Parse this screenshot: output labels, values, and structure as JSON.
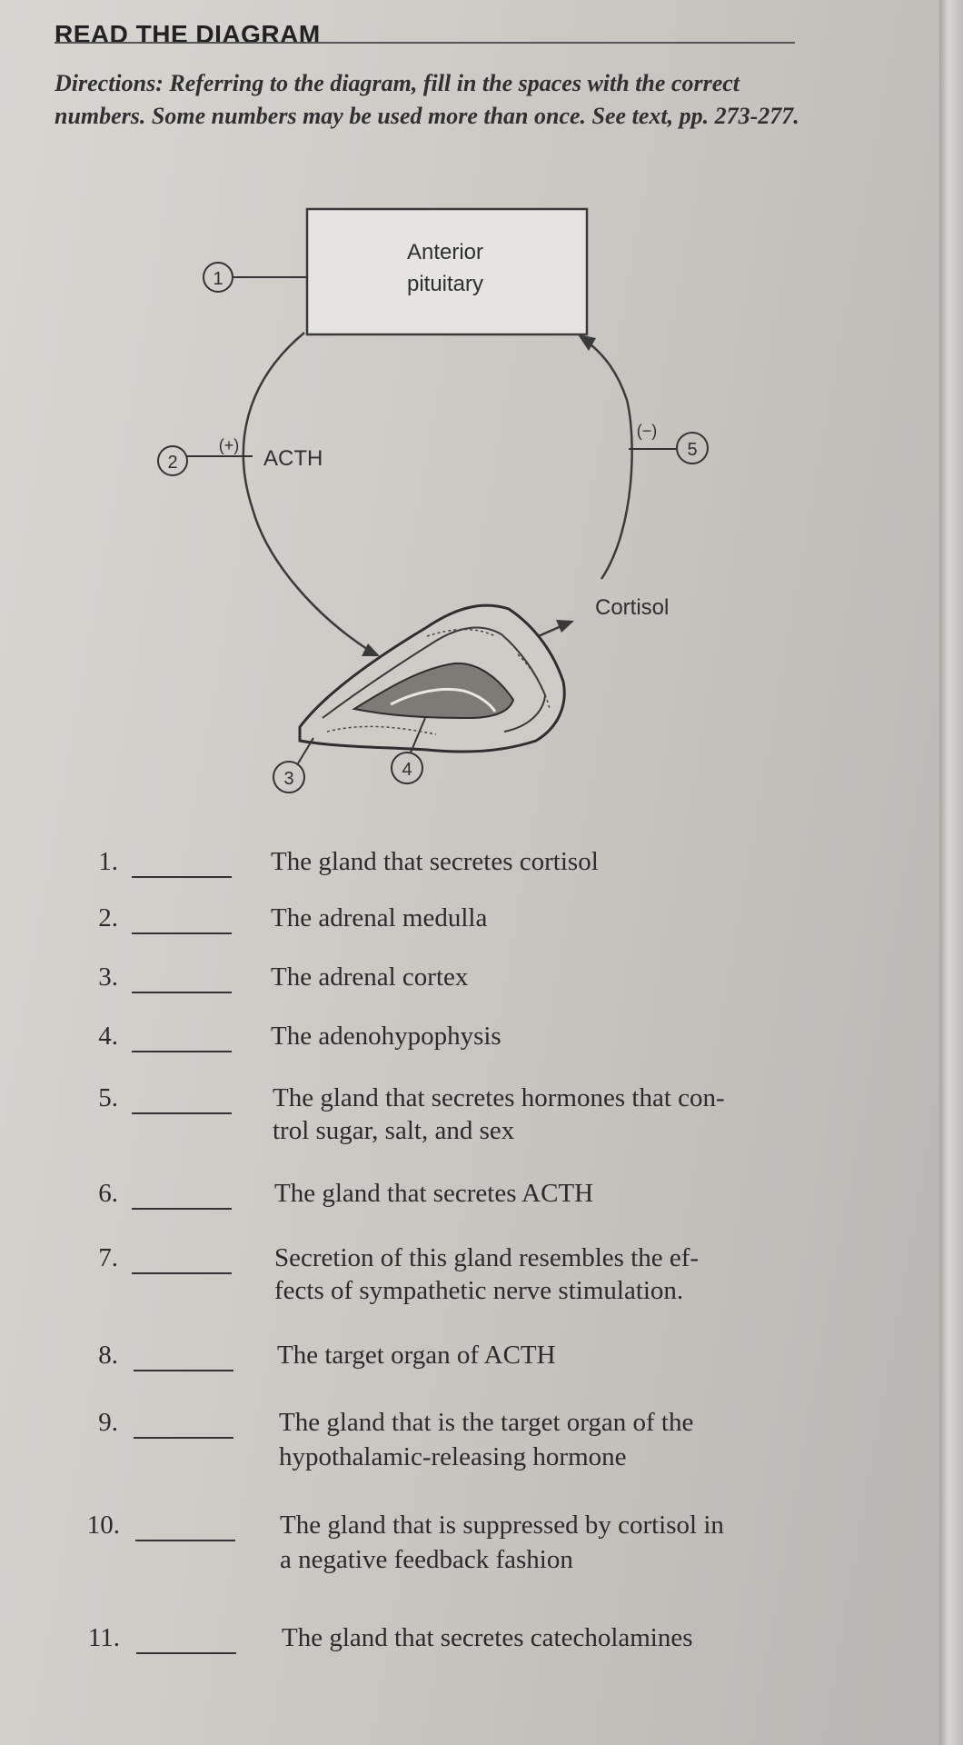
{
  "heading": "READ THE DIAGRAM",
  "directions": "Directions: Referring to the diagram, fill in the spaces with the correct numbers. Some numbers may be used more than once. See text, pp. 273-277.",
  "diagram": {
    "box_label_line1": "Anterior",
    "box_label_line2": "pituitary",
    "callouts": [
      "1",
      "2",
      "3",
      "4",
      "5"
    ],
    "plus_sign": "(+)",
    "minus_sign": "(−)",
    "acth_label": "ACTH",
    "cortisol_label": "Cortisol"
  },
  "questions": [
    {
      "num": "1.",
      "text": "The gland that secretes cortisol"
    },
    {
      "num": "2.",
      "text": "The adrenal medulla"
    },
    {
      "num": "3.",
      "text": "The adrenal cortex"
    },
    {
      "num": "4.",
      "text": "The adenohypophysis"
    },
    {
      "num": "5.",
      "text": "The gland that secretes hormones that con-",
      "text2": "trol sugar, salt, and sex"
    },
    {
      "num": "6.",
      "text": "The gland that secretes ACTH"
    },
    {
      "num": "7.",
      "text": "Secretion of this gland resembles the ef-",
      "text2": "fects of sympathetic nerve stimulation."
    },
    {
      "num": "8.",
      "text": "The target organ of ACTH"
    },
    {
      "num": "9.",
      "text": "The gland that is the target organ of the",
      "text2": "hypothalamic-releasing hormone"
    },
    {
      "num": "10.",
      "text": "The gland that is suppressed by cortisol in",
      "text2": "a negative feedback fashion"
    },
    {
      "num": "11.",
      "text": "The gland that secretes catecholamines"
    }
  ]
}
